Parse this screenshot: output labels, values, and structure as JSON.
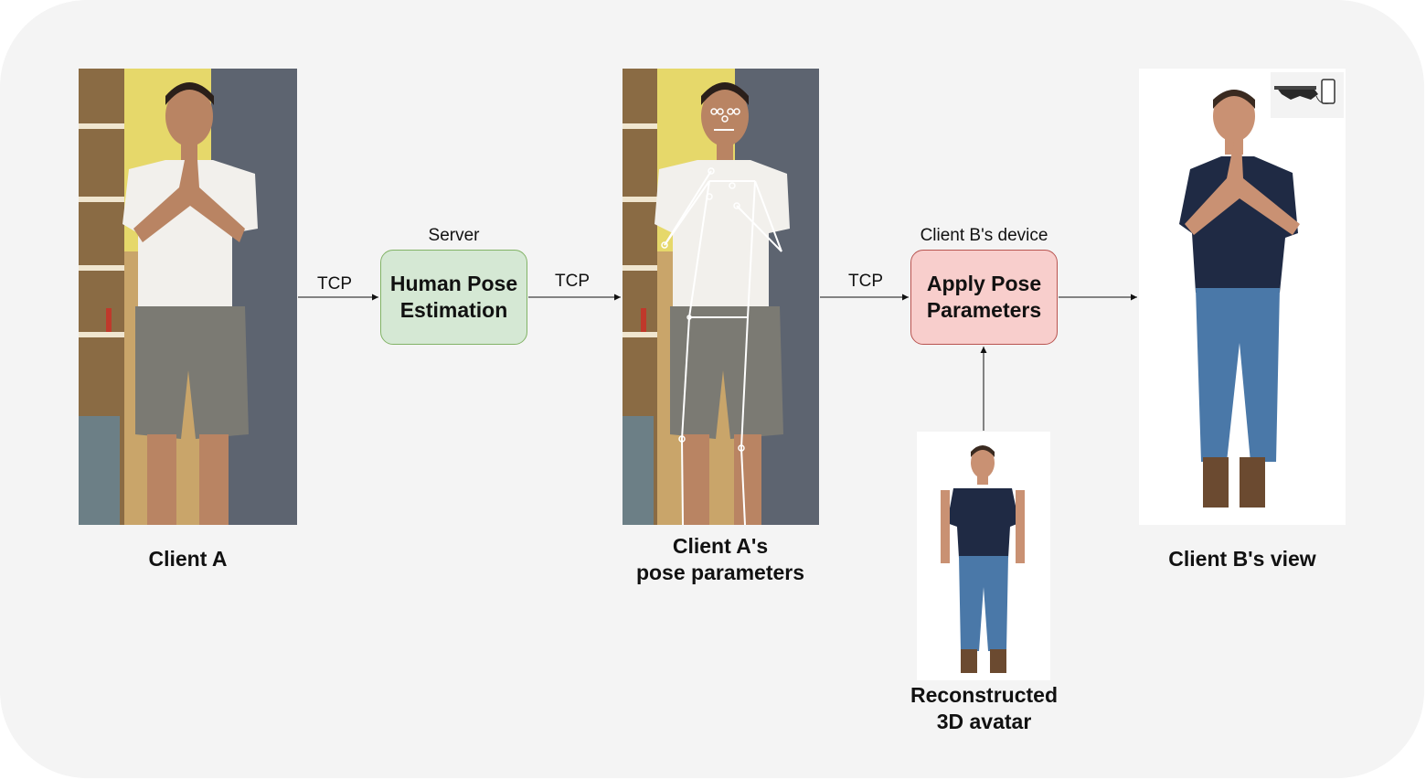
{
  "nodes": {
    "client_a": {
      "label": "Client A"
    },
    "server": {
      "group_label": "Server",
      "box_label_line1": "Human Pose",
      "box_label_line2": "Estimation"
    },
    "pose_params": {
      "label_line1": "Client A's",
      "label_line2": "pose parameters"
    },
    "client_b_device": {
      "group_label": "Client B's device",
      "box_label_line1": "Apply Pose",
      "box_label_line2": "Parameters"
    },
    "avatar": {
      "label_line1": "Reconstructed",
      "label_line2": "3D avatar"
    },
    "client_b_view": {
      "label": "Client B's view"
    }
  },
  "edges": [
    {
      "from": "client_a",
      "to": "server",
      "label": "TCP"
    },
    {
      "from": "server",
      "to": "pose_params",
      "label": "TCP"
    },
    {
      "from": "pose_params",
      "to": "client_b_device",
      "label": "TCP"
    },
    {
      "from": "avatar",
      "to": "client_b_device",
      "label": ""
    },
    {
      "from": "client_b_device",
      "to": "client_b_view",
      "label": ""
    }
  ],
  "colors": {
    "background": "#f4f4f4",
    "server_box_fill": "#d5e8d4",
    "server_box_border": "#82b366",
    "apply_box_fill": "#f8cecc",
    "apply_box_border": "#b85450"
  },
  "icons": [
    "ar-glasses-icon",
    "smartphone-icon"
  ]
}
